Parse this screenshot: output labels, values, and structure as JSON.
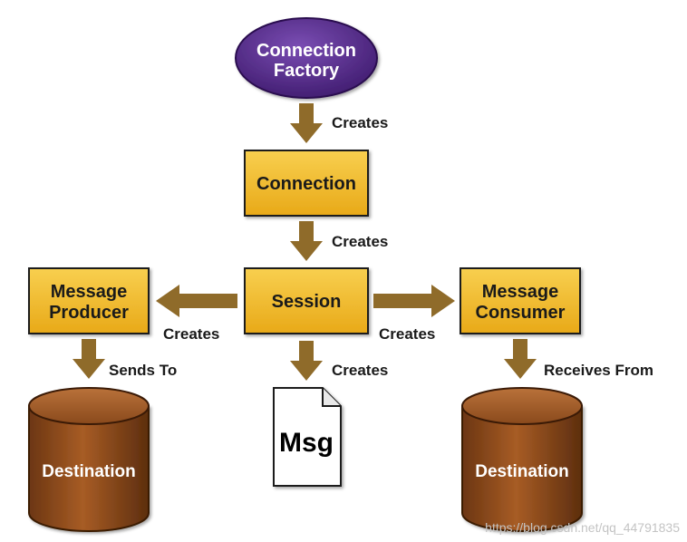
{
  "nodes": {
    "connection_factory": [
      "Connection",
      "Factory"
    ],
    "connection": "Connection",
    "session": "Session",
    "message_producer": [
      "Message",
      "Producer"
    ],
    "message_consumer": [
      "Message",
      "Consumer"
    ],
    "destination_left": "Destination",
    "destination_right": "Destination",
    "msg": "Msg"
  },
  "edges": {
    "factory_to_connection": "Creates",
    "connection_to_session": "Creates",
    "session_to_producer": "Creates",
    "session_to_consumer": "Creates",
    "session_to_msg": "Creates",
    "producer_to_destination": "Sends To",
    "consumer_from_destination": "Receives From"
  },
  "watermark": "https://blog.csdn.net/qq_44791835",
  "colors": {
    "box_fill": "#f2bd2e",
    "arrow": "#8f6b2a",
    "factory_fill": "#5a2b8c",
    "cylinder": "#8b4a1c"
  }
}
